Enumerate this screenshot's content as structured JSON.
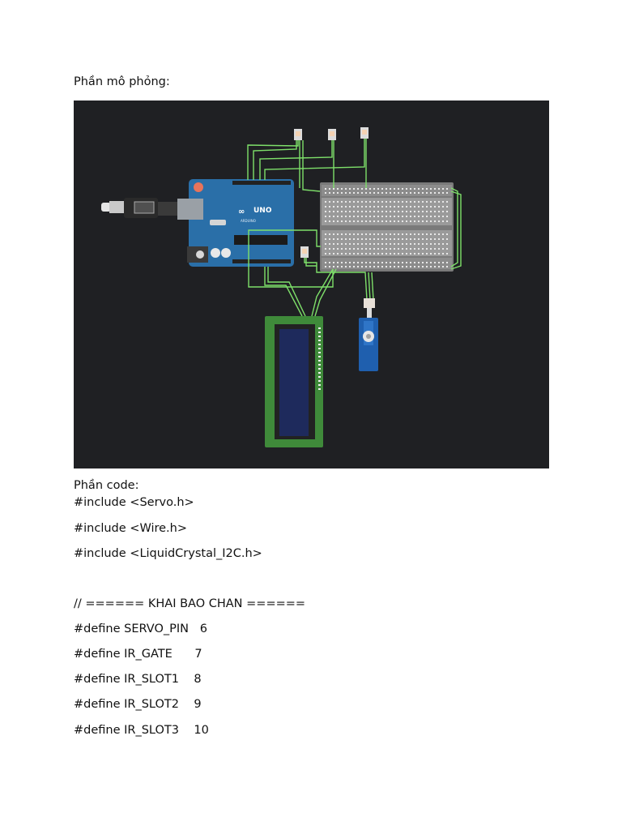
{
  "heading_sim": "Phần mô phỏng:",
  "heading_code": "Phần code:",
  "code_lines": [
    "#include <Servo.h>",
    "#include <Wire.h>",
    "#include <LiquidCrystal_I2C.h>",
    "",
    "// ====== KHAI BAO CHAN ======",
    "#define SERVO_PIN   6",
    "#define IR_GATE      7",
    "#define IR_SLOT1    8",
    "#define IR_SLOT2    9",
    "#define IR_SLOT3    10"
  ],
  "board": {
    "logo": "UNO",
    "brand": "ARDUINO"
  },
  "colors": {
    "background": "#1f2023",
    "board": "#2a6fa8",
    "wire": "#7ee06a",
    "lcd_frame": "#3f8a3a",
    "lcd_screen": "#1e2a5c",
    "servo": "#1f5fae"
  }
}
